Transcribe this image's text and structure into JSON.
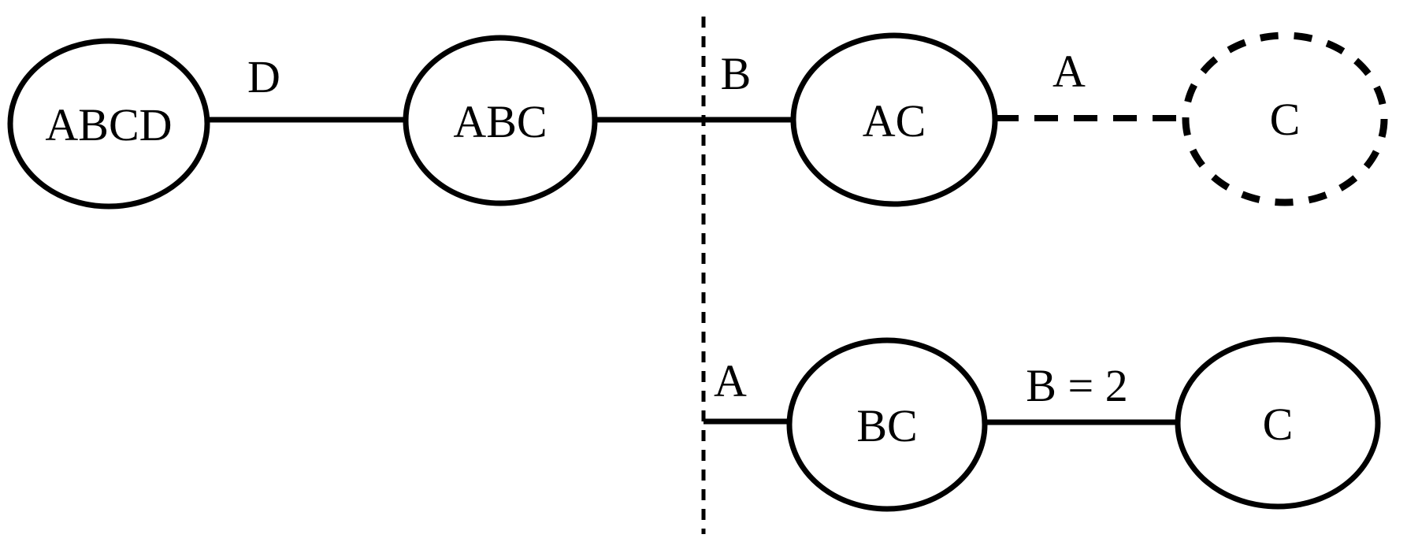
{
  "figure": {
    "background": "#ffffff",
    "colors": {
      "line": "#000000",
      "text": "#000000",
      "highlight": "#0000ff",
      "node_fill": "#ffffff"
    },
    "divider_line": {
      "orientation": "vertical",
      "style": "dashed"
    },
    "nodes": {
      "abcd": {
        "label": "ABCD",
        "border": "solid"
      },
      "abc": {
        "label": "ABC",
        "border": "solid"
      },
      "ac": {
        "label": "AC",
        "border": "solid"
      },
      "c_top": {
        "label": "C",
        "border": "dashed"
      },
      "bc": {
        "label": "BC",
        "border": "solid"
      },
      "c_bottom": {
        "label": "C",
        "border": "solid"
      }
    },
    "edges": {
      "abcd_abc": {
        "label": "D",
        "style": "solid",
        "color": "#000000"
      },
      "abc_ac": {
        "label": "B",
        "style": "solid",
        "color": "#000000"
      },
      "ac_c": {
        "label": "A",
        "style": "dashed",
        "color": "#000000"
      },
      "divider_bc": {
        "label": "A",
        "style": "solid",
        "color": "#000000"
      },
      "bc_c": {
        "label": "B = 2",
        "style": "solid",
        "color": "#0000ff"
      }
    }
  }
}
